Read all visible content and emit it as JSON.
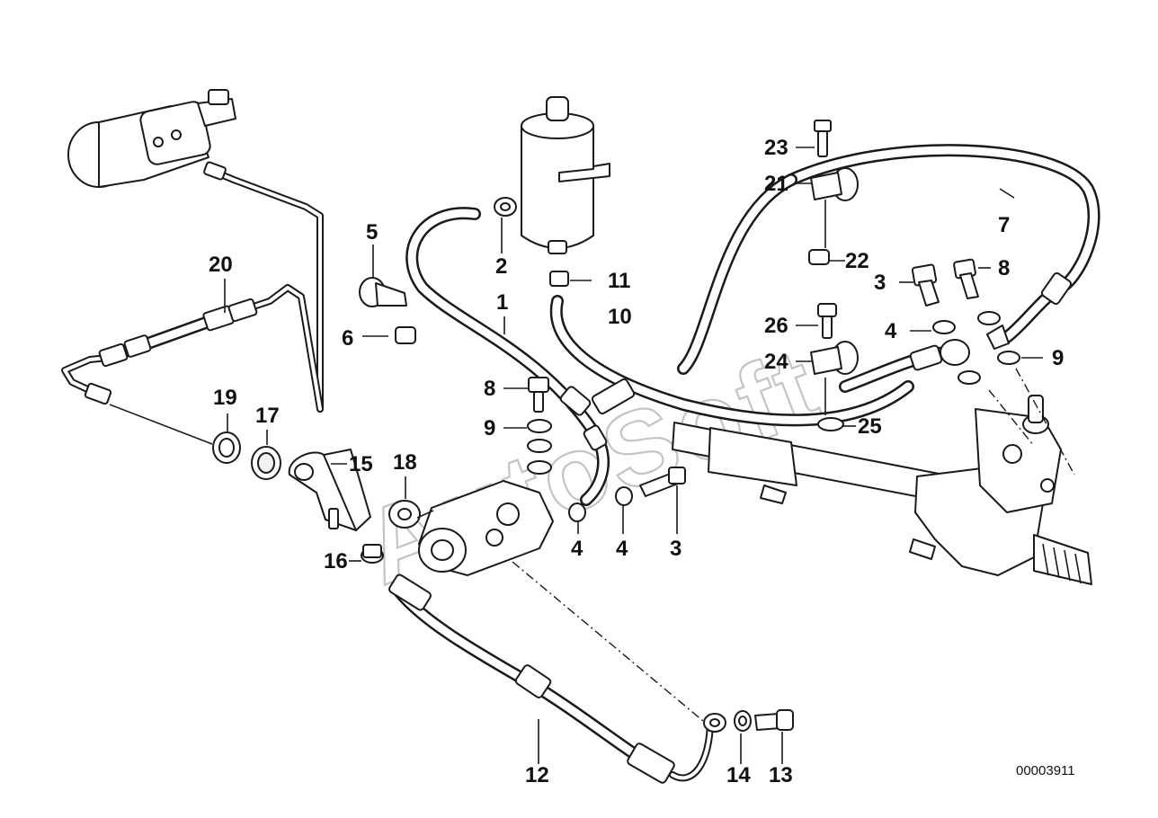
{
  "watermark": "AutoSoft",
  "reference_number": "00003911",
  "callouts": {
    "c1": "1",
    "c2": "2",
    "c3a": "3",
    "c3b": "3",
    "c4a": "4",
    "c4b": "4",
    "c4c": "4",
    "c5": "5",
    "c6": "6",
    "c7": "7",
    "c8a": "8",
    "c8b": "8",
    "c9a": "9",
    "c9b": "9",
    "c10": "10",
    "c11": "11",
    "c12": "12",
    "c13": "13",
    "c14": "14",
    "c15": "15",
    "c16": "16",
    "c17": "17",
    "c18": "18",
    "c19": "19",
    "c20": "20",
    "c21": "21",
    "c22": "22",
    "c23": "23",
    "c24": "24",
    "c25": "25",
    "c26": "26"
  },
  "colors": {
    "line": "#1a1a1a",
    "background": "#ffffff",
    "watermark": "#c4c4c4"
  }
}
